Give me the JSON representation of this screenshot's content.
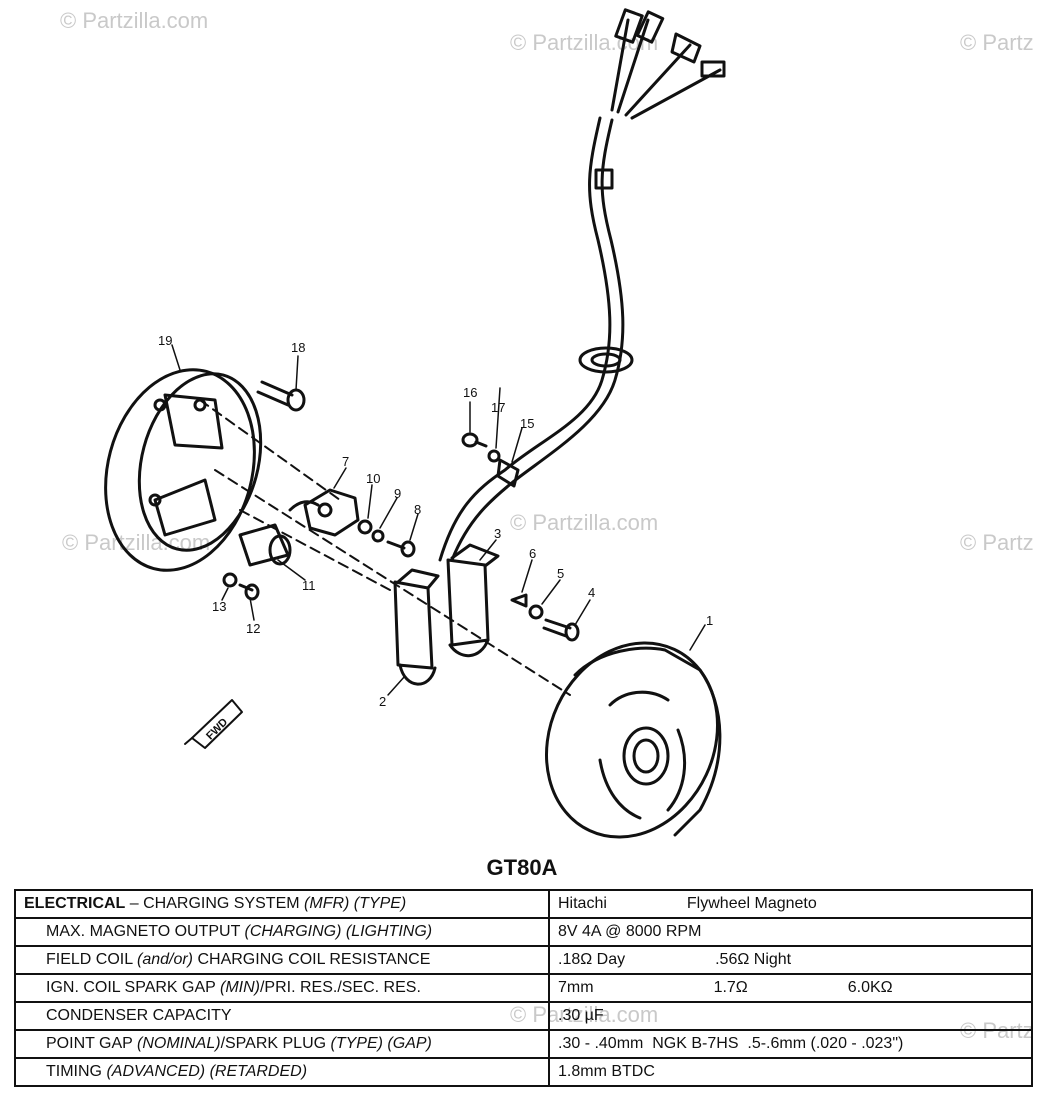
{
  "watermarks": [
    "© Partzilla.com",
    "© Partzilla.com",
    "© Partz",
    "© Partzilla.com",
    "© Partzilla.com",
    "© Partz",
    "© Partzilla.com",
    "© Partz"
  ],
  "callouts": [
    "1",
    "2",
    "3",
    "4",
    "5",
    "6",
    "7",
    "8",
    "9",
    "10",
    "11",
    "12",
    "13",
    "15",
    "16",
    "17",
    "18",
    "19"
  ],
  "fwd_label": "FWD",
  "model": "GT80A",
  "specs": [
    {
      "label_parts": [
        {
          "t": "ELECTRICAL",
          "s": "bold"
        },
        {
          "t": " – CHARGING SYSTEM ",
          "s": ""
        },
        {
          "t": "(MFR) (TYPE)",
          "s": "ital"
        }
      ],
      "values": [
        "Hitachi",
        "Flywheel Magneto"
      ]
    },
    {
      "label_parts": [
        {
          "t": "MAX. MAGNETO OUTPUT ",
          "s": ""
        },
        {
          "t": "(CHARGING) (LIGHTING)",
          "s": "ital"
        }
      ],
      "values": [
        "8V 4A @ 8000 RPM"
      ]
    },
    {
      "label_parts": [
        {
          "t": "FIELD COIL ",
          "s": ""
        },
        {
          "t": "(and/or)",
          "s": "ital"
        },
        {
          "t": " CHARGING COIL RESISTANCE",
          "s": ""
        }
      ],
      "values": [
        ".18Ω Day",
        ".56Ω Night"
      ]
    },
    {
      "label_parts": [
        {
          "t": "IGN. COIL SPARK GAP ",
          "s": ""
        },
        {
          "t": "(MIN)",
          "s": "ital"
        },
        {
          "t": "/PRI. RES./SEC. RES.",
          "s": ""
        }
      ],
      "values": [
        "7mm",
        "1.7Ω",
        "6.0KΩ"
      ]
    },
    {
      "label_parts": [
        {
          "t": "CONDENSER CAPACITY",
          "s": ""
        }
      ],
      "values": [
        ".30 µF"
      ]
    },
    {
      "label_parts": [
        {
          "t": "POINT GAP ",
          "s": ""
        },
        {
          "t": "(NOMINAL)",
          "s": "ital"
        },
        {
          "t": "/SPARK PLUG ",
          "s": ""
        },
        {
          "t": "(TYPE) (GAP)",
          "s": "ital"
        }
      ],
      "values": [
        ".30 - .40mm  NGK B-7HS  .5-.6mm (.020 - .023\")"
      ]
    },
    {
      "label_parts": [
        {
          "t": "TIMING ",
          "s": ""
        },
        {
          "t": "(ADVANCED) (RETARDED)",
          "s": "ital"
        }
      ],
      "values": [
        "1.8mm BTDC"
      ]
    }
  ]
}
